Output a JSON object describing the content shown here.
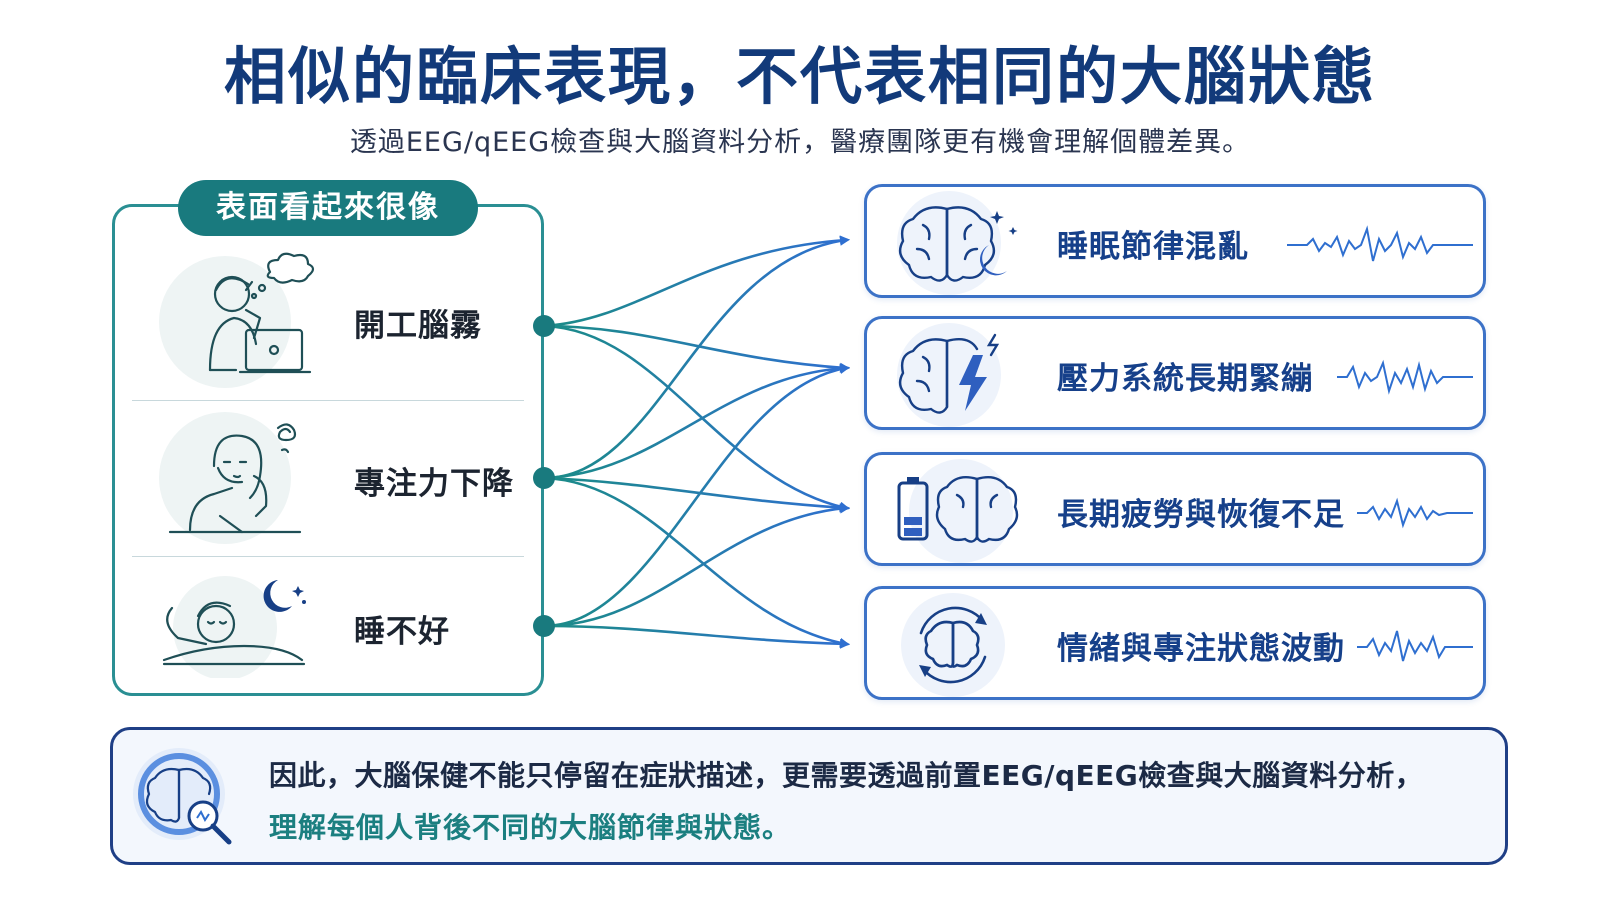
{
  "header": {
    "title": "相似的臨床表現，不代表相同的大腦狀態",
    "subtitle": "透過EEG/qEEG檢查與大腦資料分析，醫療團隊更有機會理解個體差異。"
  },
  "left_panel": {
    "badge": "表面看起來很像",
    "symptoms": [
      {
        "label": "開工腦霧",
        "icon": "person-laptop-thinking-icon"
      },
      {
        "label": "專注力下降",
        "icon": "person-writing-dizzy-icon"
      },
      {
        "label": "睡不好",
        "icon": "person-sleeping-moon-icon"
      }
    ]
  },
  "right_panel": {
    "states": [
      {
        "label": "睡眠節律混亂",
        "icon": "brain-moon-stars-icon"
      },
      {
        "label": "壓力系統長期緊繃",
        "icon": "brain-lightning-icon"
      },
      {
        "label": "長期疲勞與恢復不足",
        "icon": "battery-brain-icon"
      },
      {
        "label": "情緒與專注狀態波動",
        "icon": "brain-cycle-arrows-icon"
      }
    ]
  },
  "footer": {
    "line1": "因此，大腦保健不能只停留在症狀描述，更需要透過前置EEG/qEEG檢查與大腦資料分析，",
    "line2": "理解每個人背後不同的大腦節律與狀態。",
    "icon": "brain-magnifier-icon"
  },
  "colors": {
    "title": "#123a7a",
    "teal": "#197a7e",
    "blue": "#2f6fd0",
    "card_border": "#3c72c7"
  }
}
